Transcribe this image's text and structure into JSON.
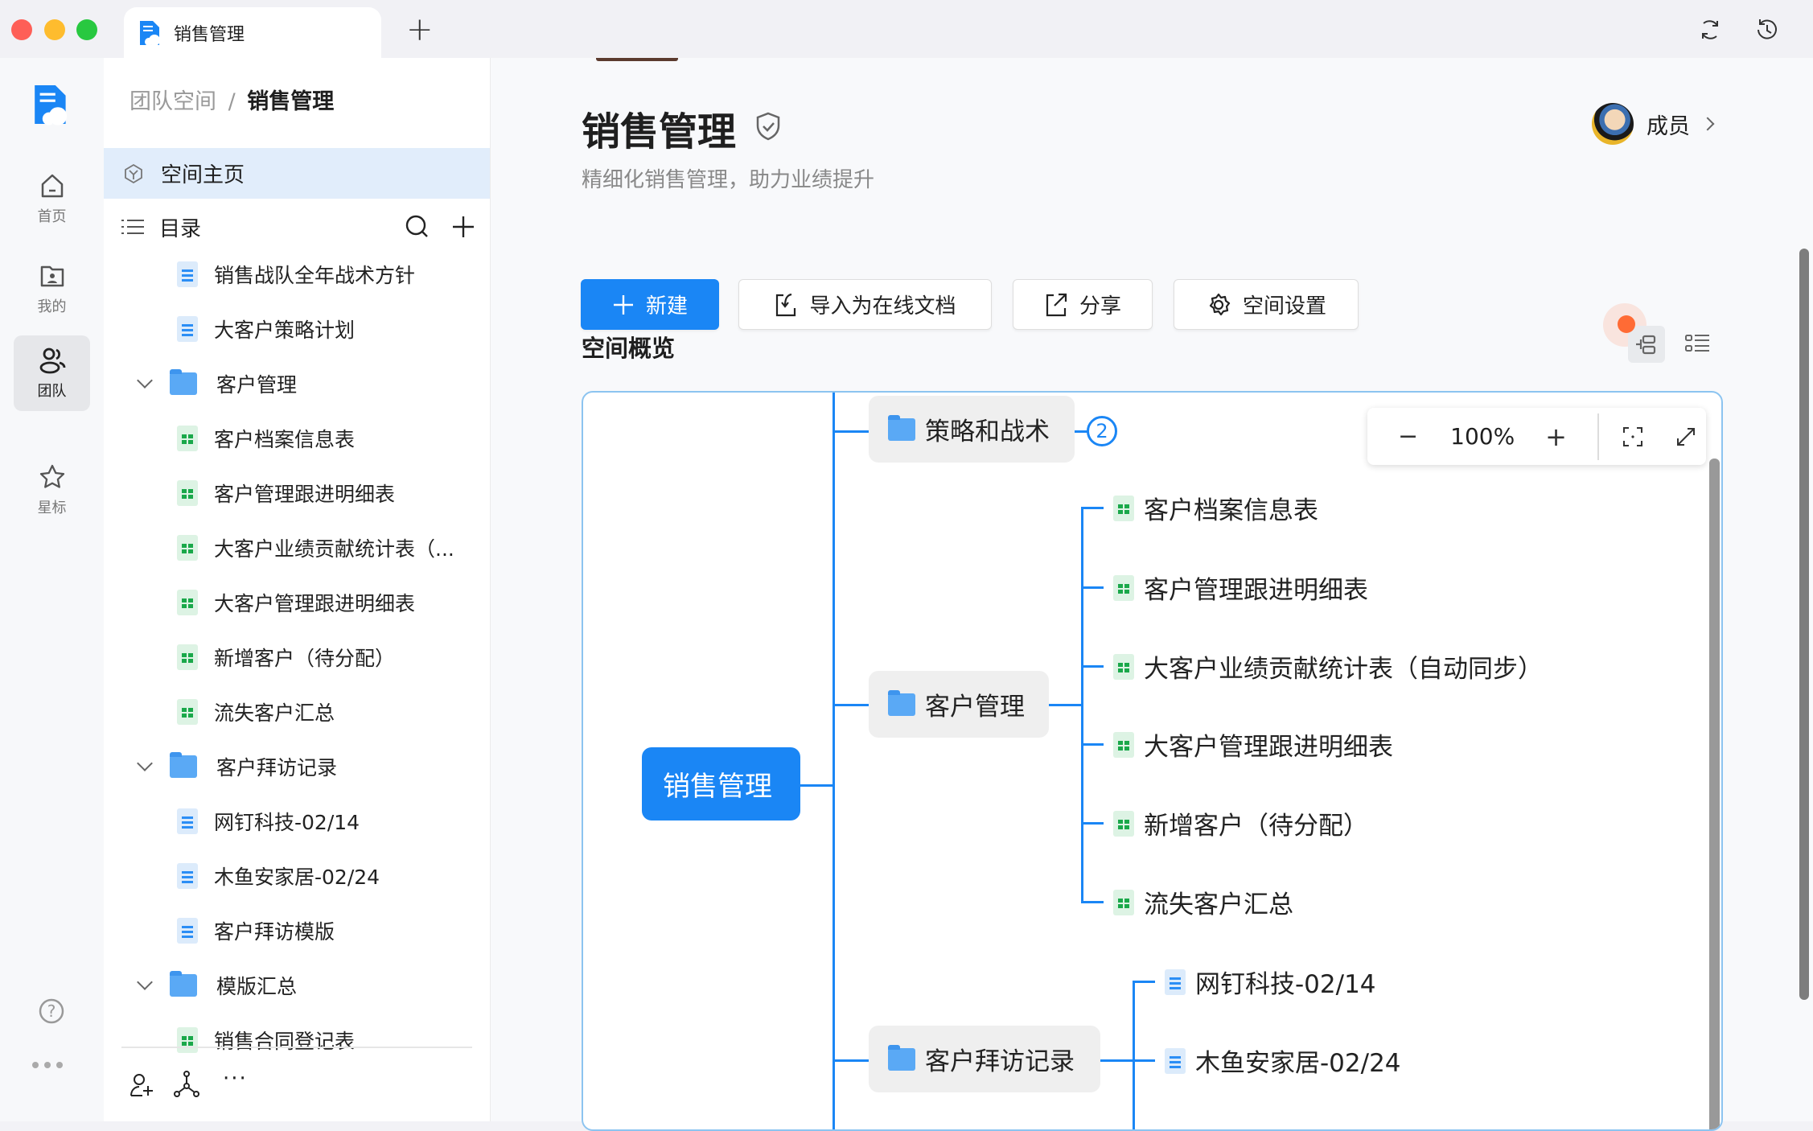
{
  "window": {
    "tab_title": "销售管理",
    "new_tab": "+",
    "colors": {
      "close": "#fe5f57",
      "minimize": "#febc2e",
      "maximize": "#28c840",
      "accent": "#1a86f5"
    }
  },
  "rail": {
    "items": [
      {
        "label": "首页",
        "icon": "home-icon"
      },
      {
        "label": "我的",
        "icon": "folder-user-icon"
      },
      {
        "label": "团队",
        "icon": "team-icon",
        "active": true
      },
      {
        "label": "星标",
        "icon": "star-icon"
      }
    ]
  },
  "sidebar": {
    "breadcrumb": {
      "parent": "团队空间",
      "separator": "/",
      "current": "销售管理"
    },
    "space_home": "空间主页",
    "catalog": "目录",
    "tree": [
      {
        "label": "销售战队全年战术方针",
        "type": "doc",
        "level": 1
      },
      {
        "label": "大客户策略计划",
        "type": "doc",
        "level": 1
      },
      {
        "label": "客户管理",
        "type": "folder",
        "level": 0
      },
      {
        "label": "客户档案信息表",
        "type": "sheet",
        "level": 1
      },
      {
        "label": "客户管理跟进明细表",
        "type": "sheet",
        "level": 1
      },
      {
        "label": "大客户业绩贡献统计表（...",
        "type": "sheet",
        "level": 1
      },
      {
        "label": "大客户管理跟进明细表",
        "type": "sheet",
        "level": 1
      },
      {
        "label": "新增客户（待分配）",
        "type": "sheet",
        "level": 1
      },
      {
        "label": "流失客户汇总",
        "type": "sheet",
        "level": 1
      },
      {
        "label": "客户拜访记录",
        "type": "folder",
        "level": 0
      },
      {
        "label": "网钉科技-02/14",
        "type": "doc",
        "level": 1
      },
      {
        "label": "木鱼安家居-02/24",
        "type": "doc",
        "level": 1
      },
      {
        "label": "客户拜访模版",
        "type": "doc",
        "level": 1
      },
      {
        "label": "模版汇总",
        "type": "folder",
        "level": 0
      },
      {
        "label": "销售合同登记表",
        "type": "sheet",
        "level": 1
      }
    ],
    "more": "···"
  },
  "main": {
    "title": "销售管理",
    "subtitle": "精细化销售管理，助力业绩提升",
    "members": "成员",
    "buttons": {
      "new": "新建",
      "import": "导入为在线文档",
      "share": "分享",
      "settings": "空间设置"
    },
    "overview": "空间概览",
    "zoom": "100%",
    "mindmap": {
      "root": "销售管理",
      "branches": [
        {
          "label": "策略和战术",
          "collapsed_count": "2"
        },
        {
          "label": "客户管理",
          "children": [
            "客户档案信息表",
            "客户管理跟进明细表",
            "大客户业绩贡献统计表（自动同步）",
            "大客户管理跟进明细表",
            "新增客户（待分配）",
            "流失客户汇总"
          ]
        },
        {
          "label": "客户拜访记录",
          "children": [
            "网钉科技-02/14",
            "木鱼安家居-02/24"
          ]
        }
      ]
    }
  }
}
